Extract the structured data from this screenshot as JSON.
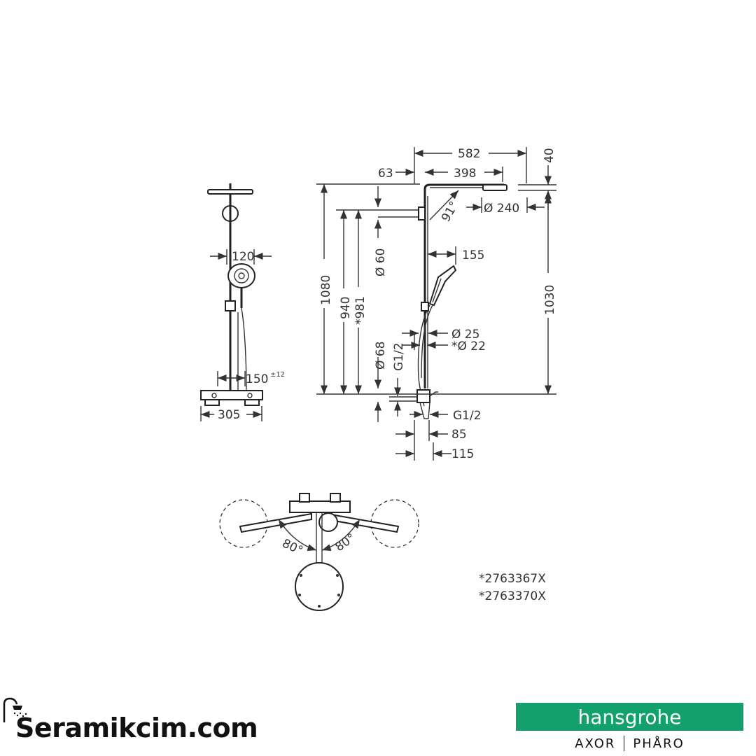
{
  "dimensions": {
    "d582": "582",
    "d40": "40",
    "d63": "63",
    "d398": "398",
    "d240": "Ø 240",
    "d91": "91°",
    "d60": "Ø 60",
    "d155": "155",
    "d1080": "1080",
    "d940": "940",
    "d981": "*981",
    "d1030": "1030",
    "d25": "Ø 25",
    "d22": "*Ø 22",
    "d68": "Ø 68",
    "dG12a": "G1/2",
    "dG12b": "G1/2",
    "d85": "85",
    "d115": "115",
    "d120": "120",
    "d150": "150",
    "d150tol": "±12",
    "d305": "305",
    "d80a": "80°",
    "d80b": "80°"
  },
  "notes": [
    "*2763367X",
    "*2763370X"
  ],
  "footer": {
    "site_name": "Seramikcim.com",
    "brand": "hansgrohe",
    "sub_brand_1": "AXOR",
    "sub_brand_2": "PHÅRO",
    "brand_color": "#14a06c"
  }
}
